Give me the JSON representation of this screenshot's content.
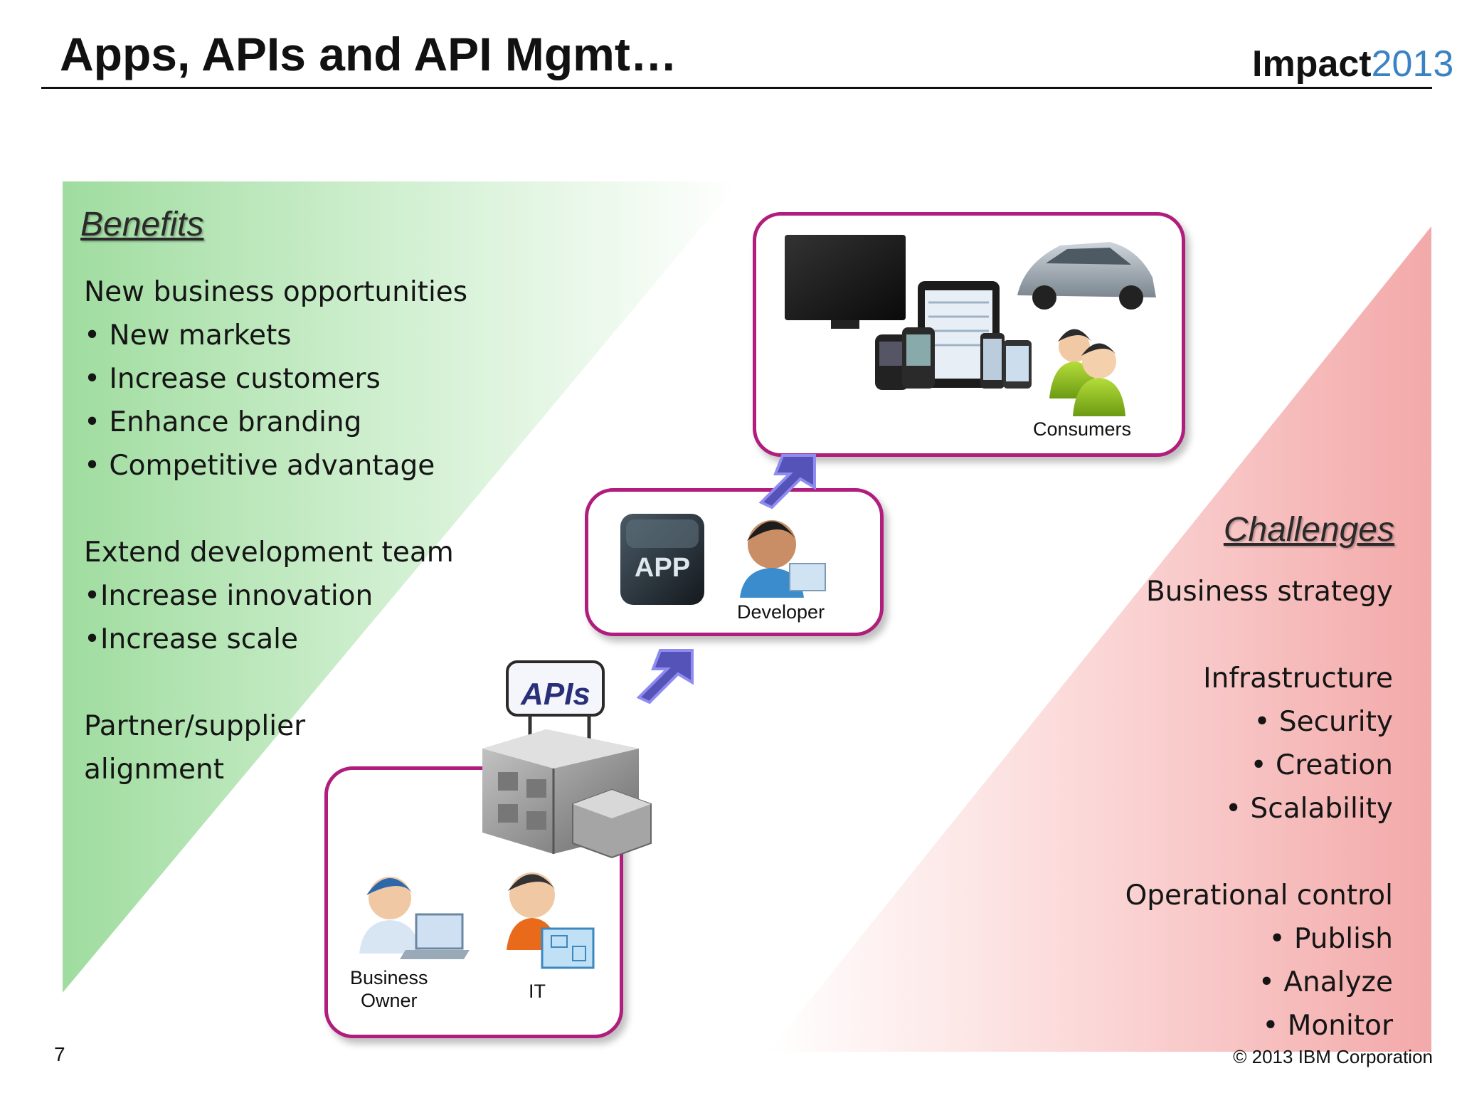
{
  "header": {
    "title": "Apps, APIs and API Mgmt…",
    "logo_word": "Impact",
    "logo_year": "2013"
  },
  "benefits": {
    "heading": "Benefits",
    "lines": [
      "New business opportunities",
      "• New markets",
      "• Increase customers",
      "• Enhance branding",
      "• Competitive advantage",
      "",
      "Extend development team",
      "•Increase innovation",
      "•Increase scale",
      "",
      "Partner/supplier",
      "alignment"
    ]
  },
  "challenges": {
    "heading": "Challenges",
    "lines": [
      "Business strategy",
      "",
      "Infrastructure",
      "• Security",
      "• Creation",
      "• Scalability",
      "",
      "Operational control",
      "• Publish",
      "• Analyze",
      "• Monitor"
    ]
  },
  "diagram": {
    "consumers_label": "Consumers",
    "developer_label": "Developer",
    "app_label": "APP",
    "apis_sign": "APIs",
    "business_owner_label_1": "Business",
    "business_owner_label_2": "Owner",
    "it_label": "IT"
  },
  "footer": {
    "page_number": "7",
    "copyright": "© 2013 IBM Corporation"
  },
  "colors": {
    "box_border": "#b01d7c",
    "arrow_fill": "#5552b8",
    "benefits_bg": "#9fdc9f",
    "challenges_bg": "#f3a9a9",
    "logo_year": "#3b82c4"
  }
}
